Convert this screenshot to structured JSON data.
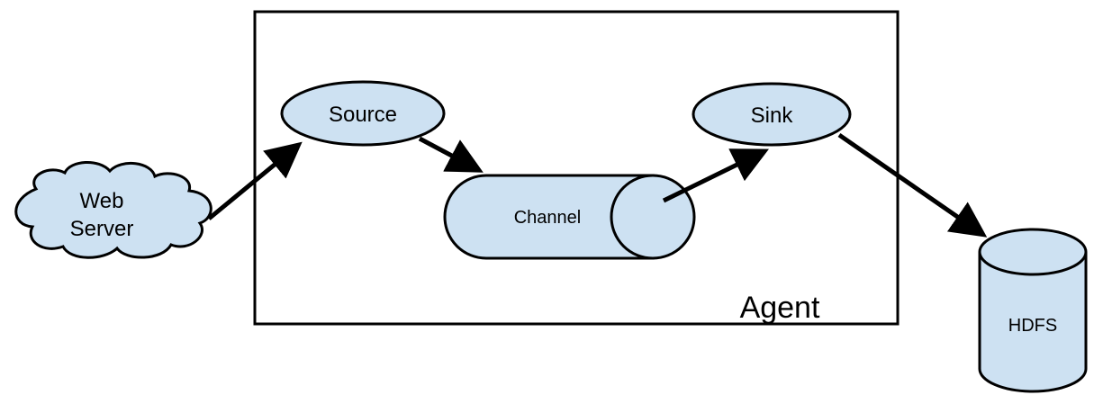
{
  "diagram": {
    "agent_label": "Agent",
    "web_server_label_line1": "Web",
    "web_server_label_line2": "Server",
    "source_label": "Source",
    "channel_label": "Channel",
    "sink_label": "Sink",
    "hdfs_label": "HDFS"
  },
  "colors": {
    "node_fill": "#cde1f2",
    "stroke": "#000000",
    "background": "#ffffff"
  }
}
